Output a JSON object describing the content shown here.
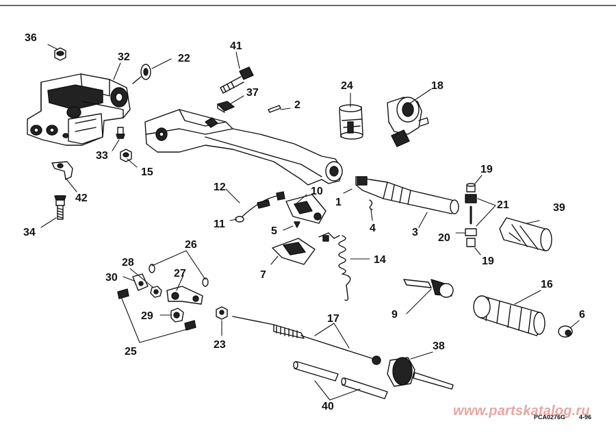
{
  "diagram": {
    "callouts": [
      "36",
      "32",
      "22",
      "41",
      "37",
      "2",
      "24",
      "18",
      "33",
      "15",
      "42",
      "34",
      "12",
      "10",
      "11",
      "5",
      "1",
      "4",
      "3",
      "19",
      "21",
      "20",
      "39",
      "26",
      "28",
      "30",
      "27",
      "7",
      "14",
      "29",
      "25",
      "23",
      "17",
      "9",
      "16",
      "6",
      "38",
      "40"
    ],
    "figure_code": "PCA0276G",
    "revision": "4-96",
    "watermark": "www.partskatalog.ru"
  }
}
